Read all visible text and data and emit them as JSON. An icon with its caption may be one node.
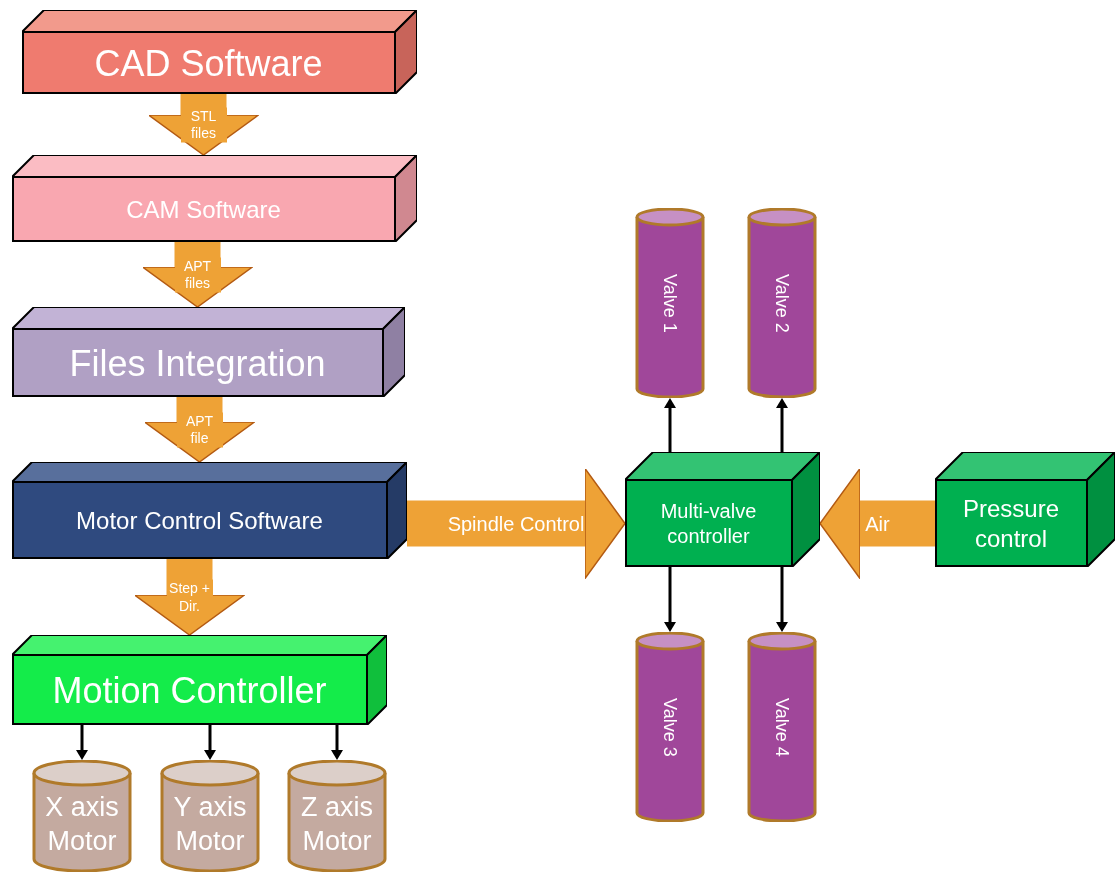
{
  "diagram": {
    "nodes": [
      {
        "text": [
          "CAD Software"
        ]
      },
      {
        "text": [
          "CAM Software"
        ]
      },
      {
        "text": [
          "Files Integration"
        ]
      },
      {
        "text": [
          "Motor Control Software"
        ]
      },
      {
        "text": [
          "Motion Controller"
        ]
      },
      {
        "text": [
          "X axis Motor"
        ]
      },
      {
        "text": [
          "Y axis Motor"
        ]
      },
      {
        "text": [
          "Z axis Motor"
        ]
      },
      {
        "text": [
          "Valve 1"
        ]
      },
      {
        "text": [
          "Valve 2"
        ]
      },
      {
        "text": [
          "Multi-valve controller"
        ]
      },
      {
        "text": [
          "Pressure control"
        ]
      },
      {
        "text": [
          "Valve 3"
        ]
      },
      {
        "text": [
          "Valve 4"
        ]
      }
    ],
    "edges": [
      {
        "from": 0,
        "to": 1,
        "arrow": "to",
        "label": "STL files",
        "style": "thick",
        "color": "#eea236"
      },
      {
        "from": 1,
        "to": 2,
        "arrow": "to",
        "label": "APT files",
        "style": "thick",
        "color": "#eea236"
      },
      {
        "from": 2,
        "to": 3,
        "arrow": "to",
        "label": "APT file",
        "style": "thick",
        "color": "#eea236"
      },
      {
        "from": 3,
        "to": 4,
        "arrow": "to",
        "label": "Step + Dir.",
        "style": "thick",
        "color": "#eea236"
      },
      {
        "from": 3,
        "to": 10,
        "arrow": "to",
        "label": "Spindle Control",
        "style": "thick",
        "color": "#eea236"
      },
      {
        "from": 11,
        "to": 10,
        "arrow": "to",
        "label": "Air",
        "style": "thick",
        "color": "#eea236"
      },
      {
        "from": 4,
        "to": 5,
        "arrow": "to"
      },
      {
        "from": 4,
        "to": 6,
        "arrow": "to"
      },
      {
        "from": 4,
        "to": 7,
        "arrow": "to"
      },
      {
        "from": 10,
        "to": 8,
        "arrow": "to"
      },
      {
        "from": 10,
        "to": 9,
        "arrow": "to"
      },
      {
        "from": 10,
        "to": 12,
        "arrow": "to"
      },
      {
        "from": 10,
        "to": 13,
        "arrow": "to"
      }
    ]
  }
}
